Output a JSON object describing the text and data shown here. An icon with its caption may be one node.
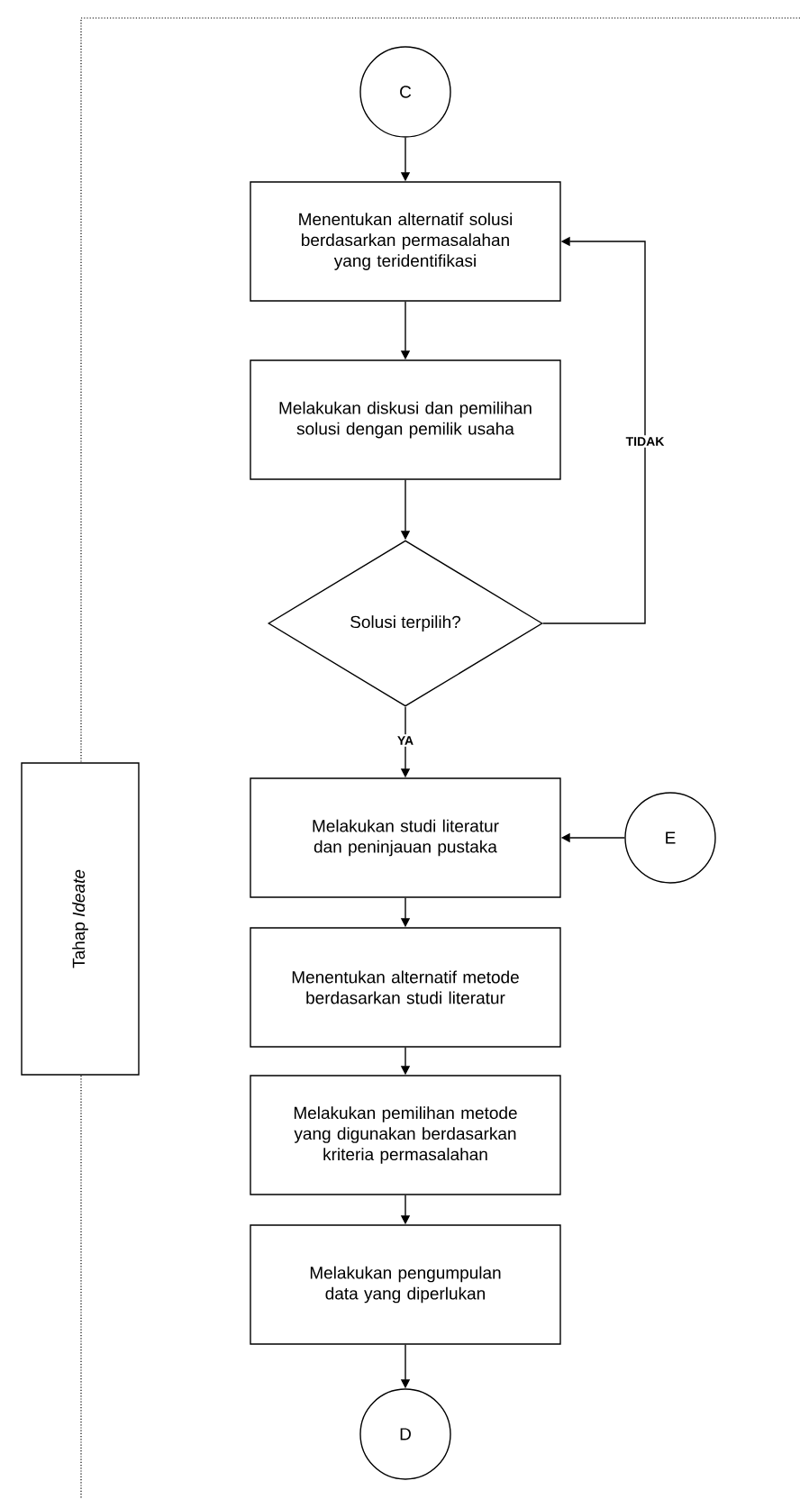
{
  "diagram": {
    "nodes": [
      {
        "text": [
          "C"
        ]
      },
      {
        "text": [
          "Menentukan alternatif solusi berdasarkan permasalahan yang teridentifikasi"
        ]
      },
      {
        "text": [
          "Melakukan diskusi dan pemilihan solusi dengan pemilik usaha"
        ]
      },
      {
        "text": [
          "Solusi terpilih?"
        ]
      },
      {
        "text": [
          "Melakukan studi literatur dan peninjauan pustaka"
        ]
      },
      {
        "text": [
          "E"
        ]
      },
      {
        "text": [
          "Menentukan alternatif metode berdasarkan studi literatur"
        ]
      },
      {
        "text": [
          "Melakukan pemilihan metode yang digunakan berdasarkan kriteria permasalahan"
        ]
      },
      {
        "text": [
          "Melakukan pengumpulan data yang diperlukan"
        ]
      },
      {
        "text": [
          "D"
        ]
      },
      {
        "text": [
          "Tahap *Ideate*"
        ]
      }
    ],
    "edges": [
      {
        "from": 0,
        "to": 1,
        "arrow": "to"
      },
      {
        "from": 1,
        "to": 2,
        "arrow": "to"
      },
      {
        "from": 2,
        "to": 3,
        "arrow": "to"
      },
      {
        "from": 3,
        "to": 1,
        "arrow": "to",
        "label": "TIDAK"
      },
      {
        "from": 3,
        "to": 4,
        "arrow": "to",
        "label": "YA"
      },
      {
        "from": 5,
        "to": 4,
        "arrow": "to"
      },
      {
        "from": 4,
        "to": 6,
        "arrow": "to"
      },
      {
        "from": 6,
        "to": 7,
        "arrow": "to"
      },
      {
        "from": 7,
        "to": 8,
        "arrow": "to"
      },
      {
        "from": 8,
        "to": 9,
        "arrow": "to"
      }
    ]
  }
}
